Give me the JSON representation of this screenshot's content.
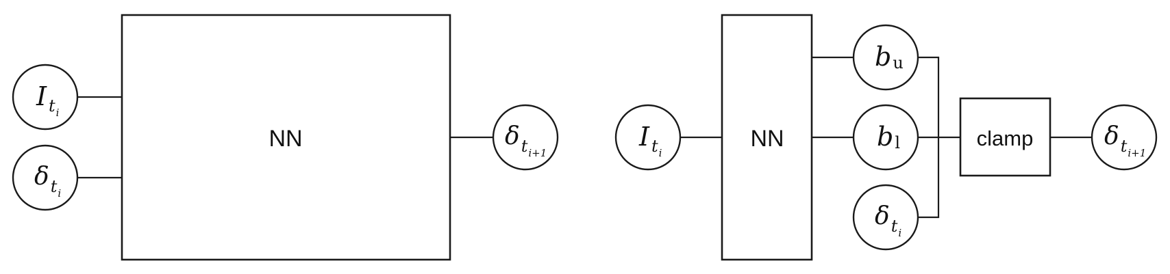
{
  "left_diagram": {
    "nn_label": "NN",
    "input_i": {
      "sym": "I",
      "sub": "t",
      "subsub": "i"
    },
    "input_delta": {
      "sym": "δ",
      "sub": "t",
      "subsub": "i"
    },
    "output": {
      "sym": "δ",
      "sub": "t",
      "subsub": "i+1"
    }
  },
  "right_diagram": {
    "nn_label": "NN",
    "clamp_label": "clamp",
    "input_i": {
      "sym": "I",
      "sub": "t",
      "subsub": "i"
    },
    "upper_bound": {
      "sym": "b",
      "sub": "u"
    },
    "lower_bound": {
      "sym": "b",
      "sub": "l"
    },
    "delta": {
      "sym": "δ",
      "sub": "t",
      "subsub": "i"
    },
    "output": {
      "sym": "δ",
      "sub": "t",
      "subsub": "i+1"
    }
  }
}
